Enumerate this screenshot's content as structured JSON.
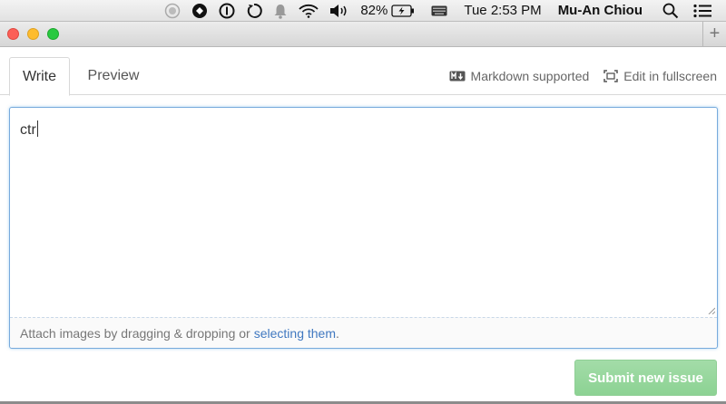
{
  "menubar": {
    "battery_percent": "82%",
    "clock": "Tue 2:53 PM",
    "user_name": "Mu-An Chiou",
    "icons": [
      "record-icon",
      "app-icon",
      "password-icon",
      "sync-icon",
      "notification-bell-icon",
      "wifi-icon",
      "volume-icon",
      "battery-icon",
      "keyboard-icon",
      "spotlight-search-icon",
      "notification-center-icon"
    ]
  },
  "window": {
    "new_tab_label": "+"
  },
  "tabs": {
    "write_label": "Write",
    "preview_label": "Preview"
  },
  "toolbar": {
    "markdown_label": "Markdown supported",
    "fullscreen_label": "Edit in fullscreen"
  },
  "editor": {
    "value": "ctr"
  },
  "attach": {
    "text": "Attach images by dragging & dropping or",
    "link_text": "selecting them",
    "suffix": "."
  },
  "submit": {
    "label": "Submit new issue"
  },
  "colors": {
    "link": "#4078c0",
    "submit_bg": "#8cd293",
    "focus_border": "#77aadc"
  }
}
